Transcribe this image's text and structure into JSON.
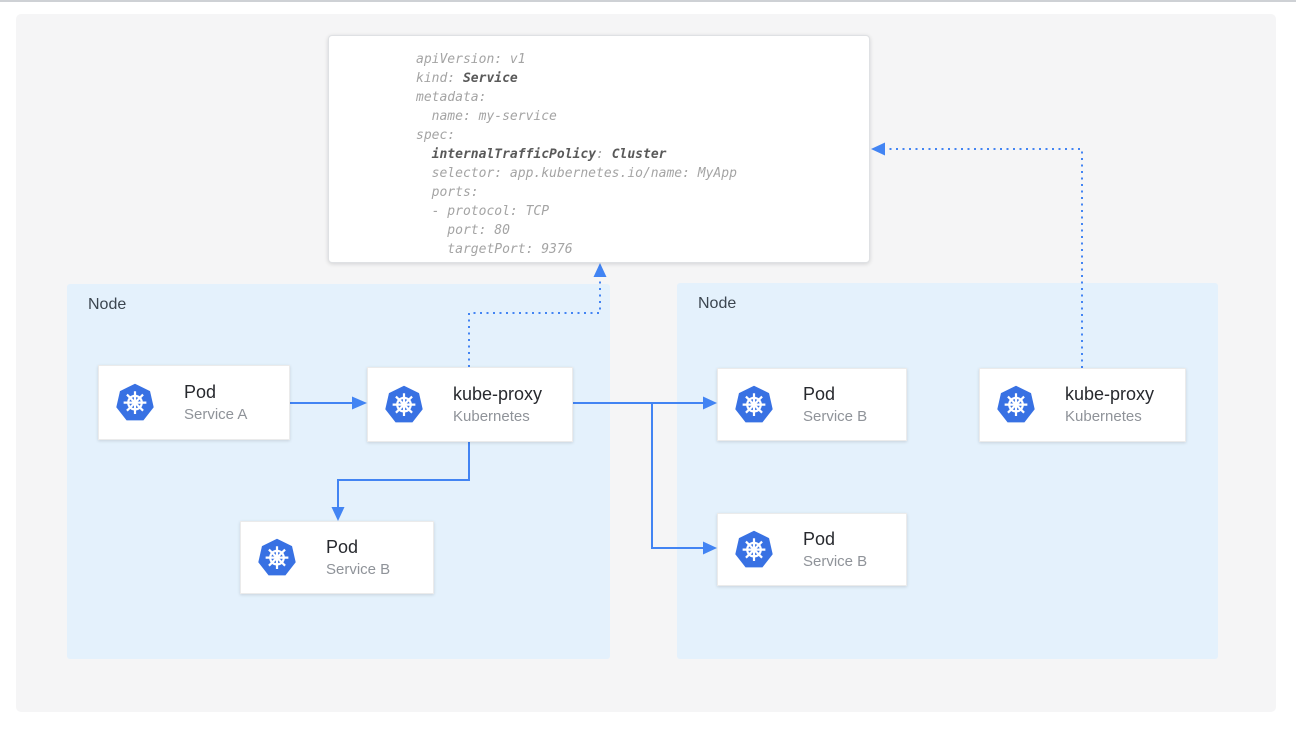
{
  "yaml_box": {
    "lines": [
      [
        {
          "t": "apiVersion: v1"
        }
      ],
      [
        {
          "t": "kind: "
        },
        {
          "t": "Service",
          "b": true
        }
      ],
      [
        {
          "t": "metadata:"
        }
      ],
      [
        {
          "t": "  name: my-service"
        }
      ],
      [
        {
          "t": "spec:"
        }
      ],
      [
        {
          "t": "  "
        },
        {
          "t": "internalTrafficPolicy",
          "b": true
        },
        {
          "t": ": "
        },
        {
          "t": "Cluster",
          "b": true
        }
      ],
      [
        {
          "t": "  selector: app.kubernetes.io/name: MyApp"
        }
      ],
      [
        {
          "t": "  ports:"
        }
      ],
      [
        {
          "t": "  - protocol: TCP"
        }
      ],
      [
        {
          "t": "    port: 80"
        }
      ],
      [
        {
          "t": "    targetPort: 9376"
        }
      ]
    ]
  },
  "nodes": {
    "left": {
      "label": "Node"
    },
    "right": {
      "label": "Node"
    }
  },
  "cards": {
    "pod_a": {
      "title": "Pod",
      "subtitle": "Service A"
    },
    "kube_proxy_left": {
      "title": "kube-proxy",
      "subtitle": "Kubernetes"
    },
    "pod_b_left": {
      "title": "Pod",
      "subtitle": "Service B"
    },
    "pod_b_right_1": {
      "title": "Pod",
      "subtitle": "Service B"
    },
    "pod_b_right_2": {
      "title": "Pod",
      "subtitle": "Service B"
    },
    "kube_proxy_right": {
      "title": "kube-proxy",
      "subtitle": "Kubernetes"
    }
  },
  "colors": {
    "line_blue": "#4284f3",
    "k8s_blue": "#3871e3",
    "node_blue": "#e4f1fc",
    "code_gray": "#a4a4a4",
    "code_dark": "#595959"
  }
}
